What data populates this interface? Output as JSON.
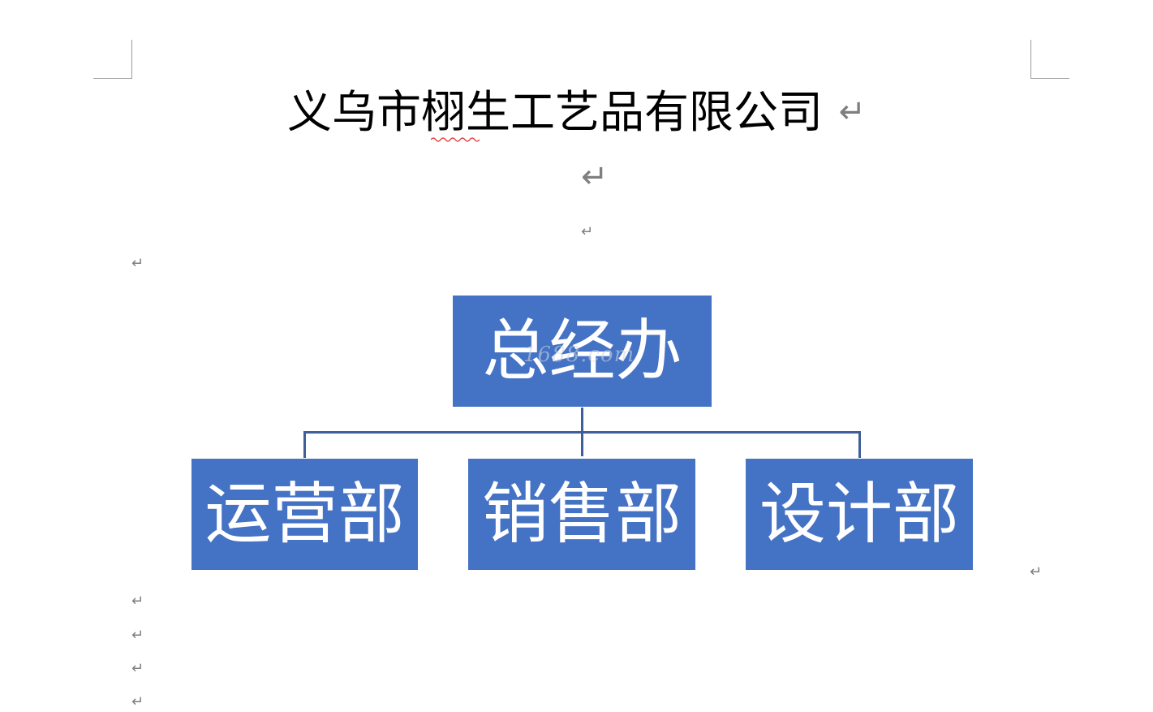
{
  "document": {
    "title": "义乌市栩生工艺品有限公司",
    "paragraph_mark": "↵"
  },
  "org_chart": {
    "top": {
      "label": "总经办"
    },
    "departments": [
      {
        "label": "运营部"
      },
      {
        "label": "销售部"
      },
      {
        "label": "设计部"
      }
    ]
  },
  "watermark": {
    "text": "1688.com"
  },
  "colors": {
    "box_fill": "#4472c4",
    "connector": "#3e5f98",
    "box_text": "#ffffff",
    "spellcheck_underline": "#e03030"
  }
}
